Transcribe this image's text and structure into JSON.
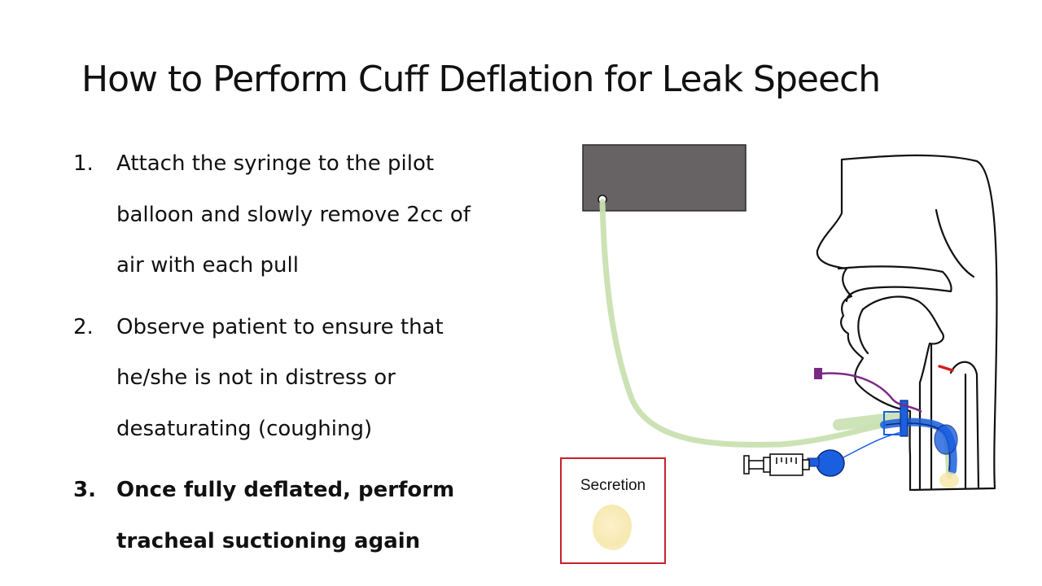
{
  "slide": {
    "title": "How to Perform Cuff Deflation for Leak Speech",
    "steps": [
      {
        "number": "1.",
        "lines": [
          "Attach the syringe to the pilot",
          "balloon and slowly remove 2cc of",
          "air with each pull"
        ],
        "emphasized": false
      },
      {
        "number": "2.",
        "lines": [
          "Observe patient to ensure that",
          "he/she is not in distress or",
          "desaturating (coughing)"
        ],
        "emphasized": false
      },
      {
        "number": "3.",
        "lines": [
          "Once fully deflated, perform",
          "tracheal suctioning again"
        ],
        "emphasized": true
      }
    ]
  },
  "diagram": {
    "legend_label": "Secretion",
    "colors": {
      "suction_tube": "#c9e0b0",
      "suction_device": "#676365",
      "outline": "#111111",
      "cuff_and_balloon": "#1a5fe0",
      "inner_cannula_connector": "#7a2a86",
      "secretion": "#f6e6a8",
      "legend_border": "#c8202a",
      "marker": "#d21f1f"
    },
    "icons": [
      "suction-device-icon",
      "syringe-icon",
      "pilot-balloon-icon",
      "tracheostomy-tube-icon",
      "head-neck-anatomy-icon"
    ]
  }
}
